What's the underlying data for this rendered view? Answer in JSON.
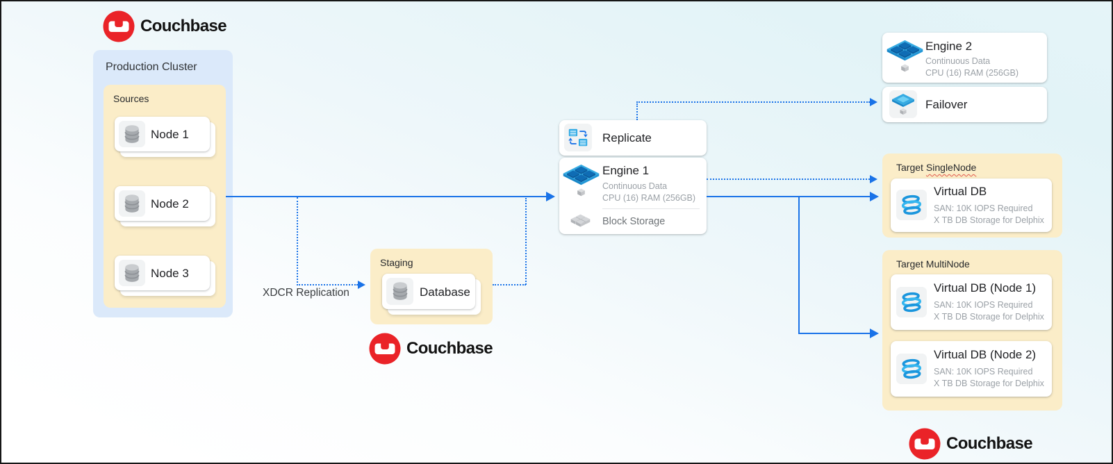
{
  "logos": {
    "top_left": "Couchbase",
    "staging": "Couchbase",
    "bottom_right": "Couchbase"
  },
  "production_cluster": {
    "label": "Production Cluster",
    "sources": {
      "label": "Sources",
      "nodes": [
        {
          "label": "Node 1"
        },
        {
          "label": "Node 2"
        },
        {
          "label": "Node 3"
        }
      ]
    }
  },
  "xdcr": {
    "label": "XDCR Replication"
  },
  "staging": {
    "label": "Staging",
    "database": {
      "label": "Database"
    }
  },
  "replicate": {
    "label": "Replicate"
  },
  "engine1": {
    "title": "Engine 1",
    "subtitle1": "Continuous Data",
    "subtitle2": "CPU (16) RAM (256GB)",
    "storage_label": "Block Storage"
  },
  "engine2": {
    "title": "Engine 2",
    "subtitle1": "Continuous Data",
    "subtitle2": "CPU (16) RAM (256GB)"
  },
  "failover": {
    "label": "Failover"
  },
  "target_singlenode": {
    "label_prefix": "Target",
    "label_word": "SingleNode",
    "vdb": {
      "title": "Virtual DB",
      "line1": "SAN: 10K IOPS Required",
      "line2": "X TB DB Storage for Delphix"
    }
  },
  "target_multinode": {
    "label": "Target MultiNode",
    "vdbs": [
      {
        "title": "Virtual DB (Node 1)",
        "line1": "SAN: 10K IOPS Required",
        "line2": "X TB DB Storage for Delphix"
      },
      {
        "title": "Virtual DB (Node 2)",
        "line1": "SAN: 10K IOPS Required",
        "line2": "X TB DB Storage for Delphix"
      }
    ]
  },
  "icons": {
    "couchbase-logo-icon": "red circle with white couch glyph",
    "database-icon": "gray database cylinder",
    "replicate-icon": "two blue tables with sync arrows",
    "engine-icon": "blue isometric platform with four cubes",
    "failover-icon": "blue isometric diamond with gray cube",
    "block-storage-icon": "gray isometric cube cluster",
    "virtual-db-icon": "blue ringed database sphere"
  },
  "colors": {
    "arrow_blue": "#1a73e8",
    "cluster_bg": "#dbe9fa",
    "group_bg": "#fbedc8",
    "couchbase_red": "#ea2328"
  }
}
